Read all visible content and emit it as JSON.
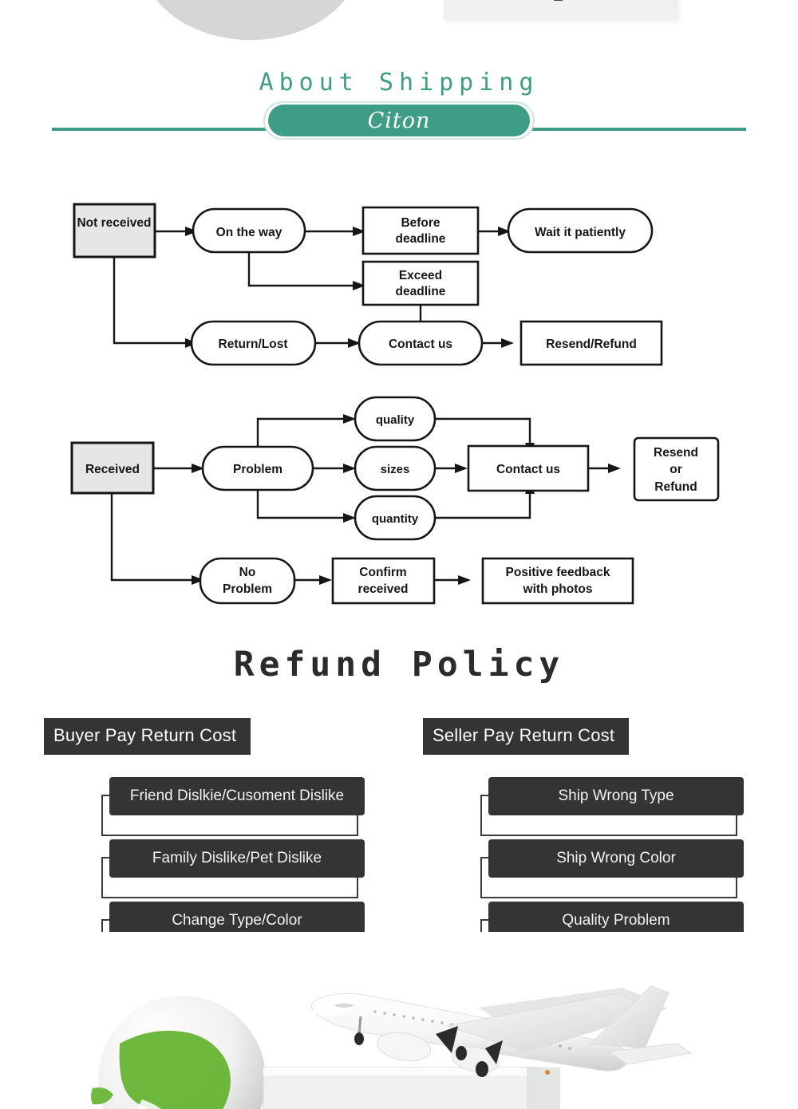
{
  "banner": {
    "subtitle": "About Shipping",
    "brand": "Citon"
  },
  "flow_not_received": {
    "start": "Not received",
    "nodes": {
      "on_the_way": "On the way",
      "before_deadline_1": "Before",
      "before_deadline_2": "deadline",
      "wait": "Wait it patiently",
      "exceed_deadline_1": "Exceed",
      "exceed_deadline_2": "deadline",
      "return_lost": "Return/Lost",
      "contact_us": "Contact us",
      "resend_refund": "Resend/Refund"
    }
  },
  "flow_received": {
    "start": "Received",
    "nodes": {
      "problem": "Problem",
      "quality": "quality",
      "sizes": "sizes",
      "quantity": "quantity",
      "contact_us": "Contact us",
      "resend_1": "Resend",
      "resend_2": "or",
      "resend_3": "Refund",
      "no_problem_1": "No",
      "no_problem_2": "Problem",
      "confirm_1": "Confirm",
      "confirm_2": "received",
      "feedback_1": "Positive feedback",
      "feedback_2": "with photos"
    }
  },
  "refund": {
    "title": "Refund Policy",
    "columns": [
      {
        "heading": "Buyer Pay Return Cost",
        "items": [
          "Friend Dislkie/Cusoment Dislike",
          "Family Dislike/Pet Dislike",
          "Change Type/Color"
        ]
      },
      {
        "heading": "Seller Pay Return Cost",
        "items": [
          "Ship Wrong Type",
          "Ship Wrong Color",
          "Quality Problem"
        ]
      }
    ]
  },
  "colors": {
    "brand_green": "#3f9d86",
    "dark_chip": "#343434",
    "node_gray": "#e6e6e6",
    "globe_green": "#62b22c"
  },
  "photo": {
    "caption": "airplane-taking-off-with-green-globe"
  }
}
